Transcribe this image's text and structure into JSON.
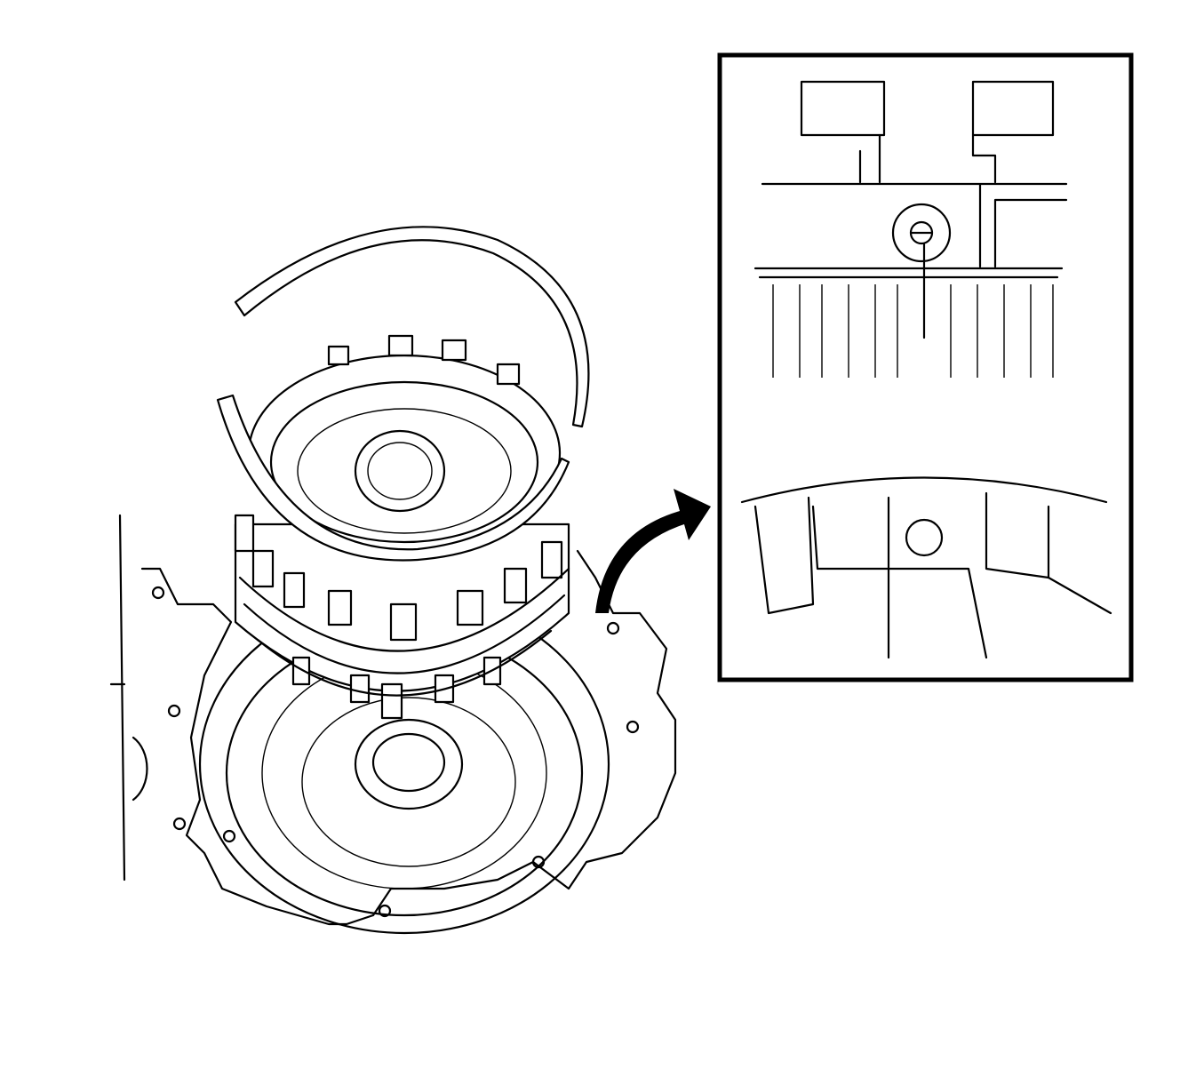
{
  "figure": {
    "background": "#ffffff",
    "line_color": "#000000",
    "main_view": "clutch-drum-and-snap-ring-over-transmission-case",
    "detail_view": "inset-detail-of-drum-alignment-hole",
    "pointer": "curved-arrow-to-inset"
  }
}
